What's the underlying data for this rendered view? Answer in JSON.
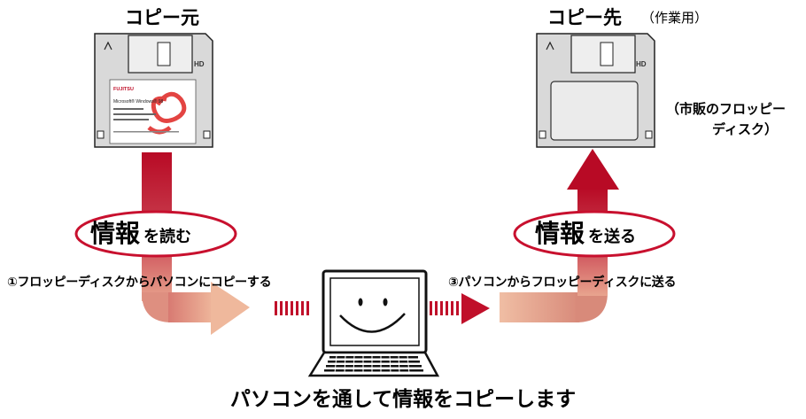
{
  "labels": {
    "source": "コピー元",
    "dest": "コピー先",
    "dest_note": "（作業用）",
    "commercial_line1": "（市販のフロッピー",
    "commercial_line2": "ディスク）"
  },
  "ovals": {
    "left_big": "情報",
    "left_small": "を読む",
    "right_big": "情報",
    "right_small": "を送る"
  },
  "steps": {
    "step1": "①フロッピーディスクからパソコンにコピーする",
    "step3": "③パソコンからフロッピーディスクに送る"
  },
  "floppy": {
    "hd_mark": "HD",
    "brand": "FUJITSU",
    "title": "Microsoft® Windows® 98"
  },
  "caption": "パソコンを通して情報をコピーします",
  "colors": {
    "arrow_dark": "#c0102a",
    "arrow_light": "#e8a08a",
    "oval_stroke": "#c8102e",
    "disk_body": "#d9d9d9",
    "label_pink": "#e0302e"
  }
}
